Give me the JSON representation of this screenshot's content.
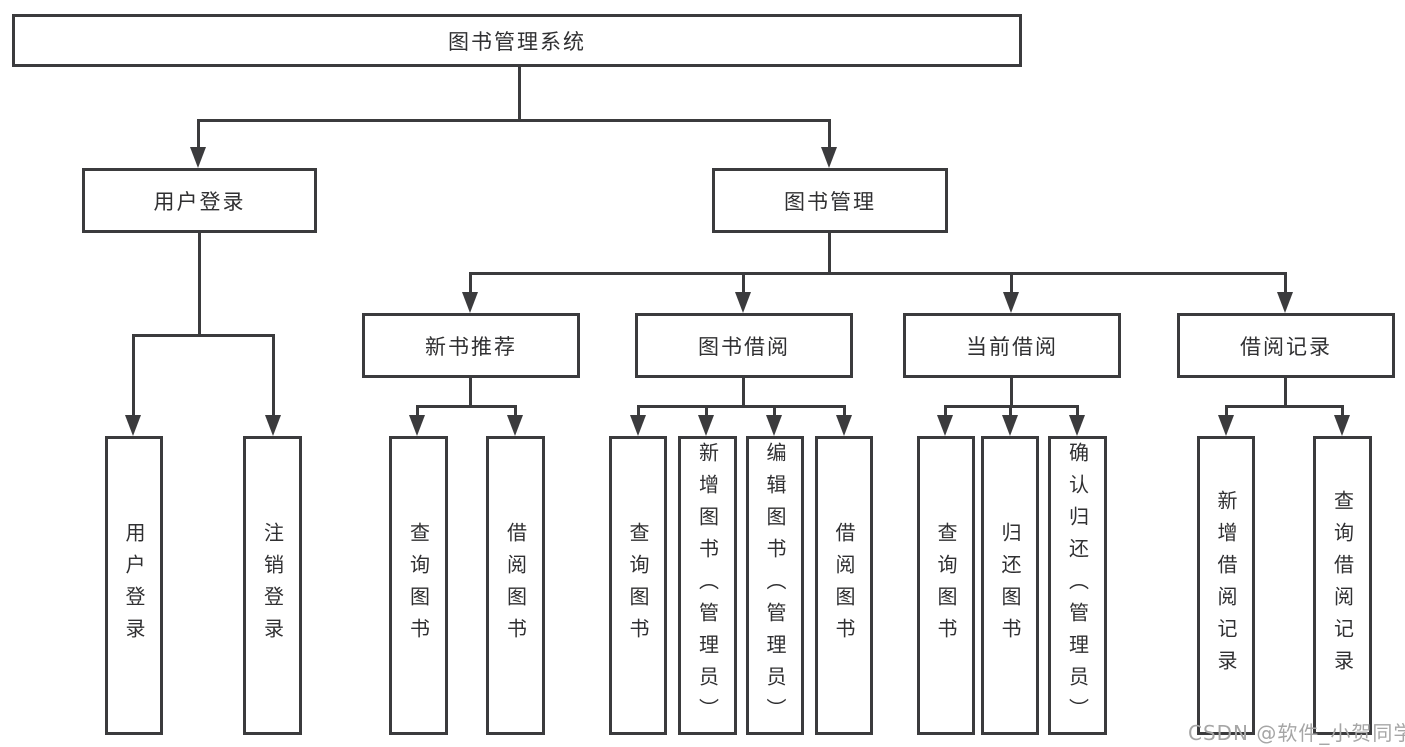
{
  "diagram": {
    "title": "图书管理系统",
    "root": {
      "label": "图书管理系统"
    },
    "branches": [
      {
        "label": "用户登录",
        "children": [
          {
            "label": "用户登录"
          },
          {
            "label": "注销登录"
          }
        ]
      },
      {
        "label": "图书管理",
        "children": [
          {
            "label": "新书推荐",
            "children": [
              {
                "label": "查询图书"
              },
              {
                "label": "借阅图书"
              }
            ]
          },
          {
            "label": "图书借阅",
            "children": [
              {
                "label": "查询图书"
              },
              {
                "label": "新增图书（管理员）"
              },
              {
                "label": "编辑图书（管理员）"
              },
              {
                "label": "借阅图书"
              }
            ]
          },
          {
            "label": "当前借阅",
            "children": [
              {
                "label": "查询图书"
              },
              {
                "label": "归还图书"
              },
              {
                "label": "确认归还（管理员）"
              }
            ]
          },
          {
            "label": "借阅记录",
            "children": [
              {
                "label": "新增借阅记录"
              },
              {
                "label": "查询借阅记录"
              }
            ]
          }
        ]
      }
    ],
    "colors": {
      "line": "#3b3b3d",
      "text": "#303032",
      "background": "#ffffff"
    }
  },
  "watermark": {
    "text": "CSDN @软件_小贺同学",
    "color": "#a6a6a6"
  }
}
